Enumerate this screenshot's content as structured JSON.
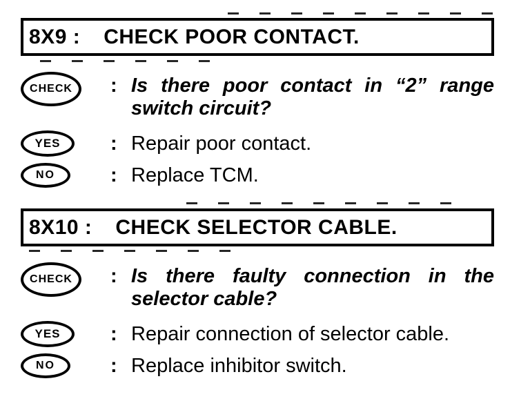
{
  "page": {
    "paper_color": "#ffffff",
    "ink_color": "#000000"
  },
  "sections": [
    {
      "header": {
        "code": "8X9 :",
        "title": "CHECK POOR CONTACT."
      },
      "rows": [
        {
          "badge": "CHECK",
          "colon": ":",
          "lines": {
            "0": "Is there poor contact in “2” range",
            "1": "switch circuit?"
          }
        },
        {
          "badge": "YES",
          "colon": ":",
          "text": "Repair poor contact."
        },
        {
          "badge": "NO",
          "colon": ":",
          "text": "Replace TCM."
        }
      ]
    },
    {
      "header": {
        "code": "8X10 :",
        "title": "CHECK SELECTOR CABLE."
      },
      "rows": [
        {
          "badge": "CHECK",
          "colon": ":",
          "lines": {
            "0": "Is there faulty connection in the",
            "1": "selector cable?"
          }
        },
        {
          "badge": "YES",
          "colon": ":",
          "text": "Repair connection of selector cable."
        },
        {
          "badge": "NO",
          "colon": ":",
          "text": "Replace inhibitor switch."
        }
      ]
    }
  ]
}
